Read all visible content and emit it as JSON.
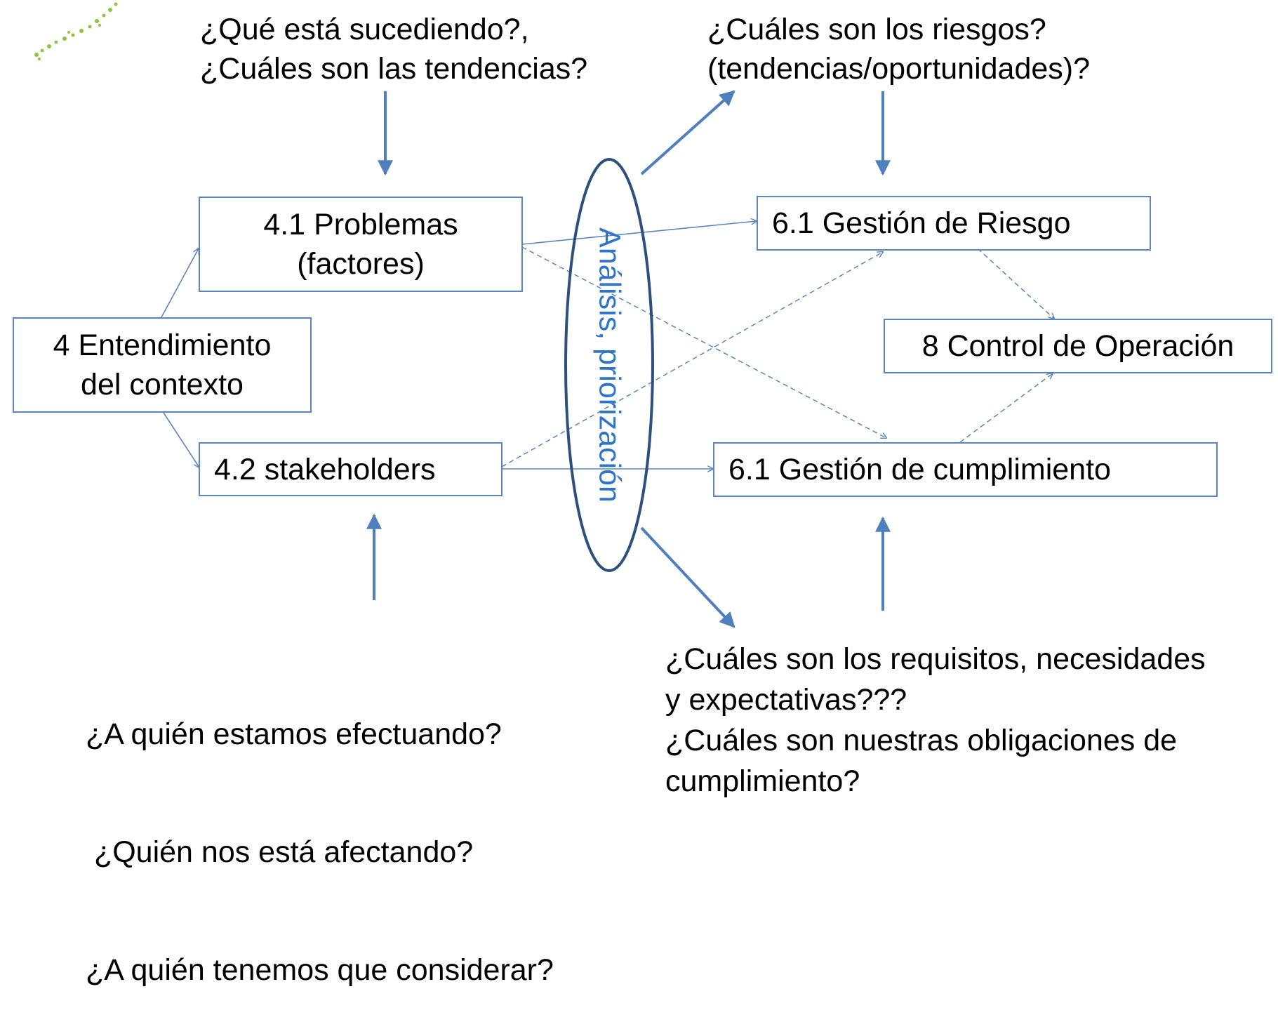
{
  "colors": {
    "line": "#5b86bd",
    "box_border": "#5b86bd",
    "ellipse": "#2f4f7f",
    "ellipse_text": "#2e74c8",
    "vine": "#8cc63f"
  },
  "questions": {
    "top_left": [
      "¿Qué está sucediendo?,",
      "¿Cuáles son las tendencias?"
    ],
    "top_right": [
      "¿Cuáles son los riesgos?",
      "(tendencias/oportunidades)?"
    ],
    "bottom_left": [
      "¿A quién estamos efectuando?",
      " ¿Quién nos está afectando?",
      "¿A quién tenemos que considerar?"
    ],
    "bottom_right": [
      "¿Cuáles son los requisitos, necesidades",
      "y expectativas???",
      "¿Cuáles son nuestras obligaciones de",
      "cumplimiento?"
    ]
  },
  "boxes": {
    "context": [
      "4 Entendimiento",
      "del contexto"
    ],
    "problems": [
      "4.1 Problemas",
      "(factores)"
    ],
    "stakeholders": [
      "4.2 stakeholders"
    ],
    "risk": [
      "6.1 Gestión de Riesgo"
    ],
    "control": [
      "8 Control de Operación"
    ],
    "compliance": [
      "6.1 Gestión de cumplimiento"
    ]
  },
  "ellipse_label": "Análisis, priorización",
  "decoration": {
    "vine": "green-vine-ornament"
  }
}
